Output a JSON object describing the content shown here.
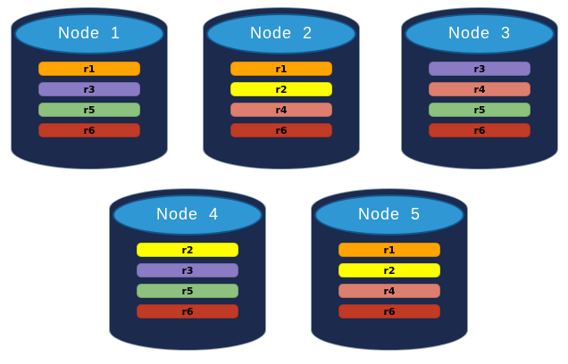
{
  "palette": {
    "background": "#FFFFFF",
    "cylinder_body": "#1B2A4D",
    "cylinder_cap": "#2F97D3",
    "cap_border": "#14568A",
    "title_text": "#FFFFFF",
    "bar_text": "#000000"
  },
  "replica_colors": {
    "r1": "#FFA400",
    "r2": "#FFFF00",
    "r3": "#8A7BC5",
    "r4": "#DD7E6F",
    "r5": "#8CC17E",
    "r6": "#C03A26"
  },
  "nodes": [
    {
      "title": "Node  1",
      "replicas": [
        {
          "label": "r1",
          "color": "#FFA400"
        },
        {
          "label": "r3",
          "color": "#8A7BC5"
        },
        {
          "label": "r5",
          "color": "#8CC17E"
        },
        {
          "label": "r6",
          "color": "#C03A26"
        }
      ]
    },
    {
      "title": "Node  2",
      "replicas": [
        {
          "label": "r1",
          "color": "#FFA400"
        },
        {
          "label": "r2",
          "color": "#FFFF00"
        },
        {
          "label": "r4",
          "color": "#DD7E6F"
        },
        {
          "label": "r6",
          "color": "#C03A26"
        }
      ]
    },
    {
      "title": "Node  3",
      "replicas": [
        {
          "label": "r3",
          "color": "#8A7BC5"
        },
        {
          "label": "r4",
          "color": "#DD7E6F"
        },
        {
          "label": "r5",
          "color": "#8CC17E"
        },
        {
          "label": "r6",
          "color": "#C03A26"
        }
      ]
    },
    {
      "title": "Node  4",
      "replicas": [
        {
          "label": "r2",
          "color": "#FFFF00"
        },
        {
          "label": "r3",
          "color": "#8A7BC5"
        },
        {
          "label": "r5",
          "color": "#8CC17E"
        },
        {
          "label": "r6",
          "color": "#C03A26"
        }
      ]
    },
    {
      "title": "Node  5",
      "replicas": [
        {
          "label": "r1",
          "color": "#FFA400"
        },
        {
          "label": "r2",
          "color": "#FFFF00"
        },
        {
          "label": "r4",
          "color": "#DD7E6F"
        },
        {
          "label": "r6",
          "color": "#C03A26"
        }
      ]
    }
  ]
}
